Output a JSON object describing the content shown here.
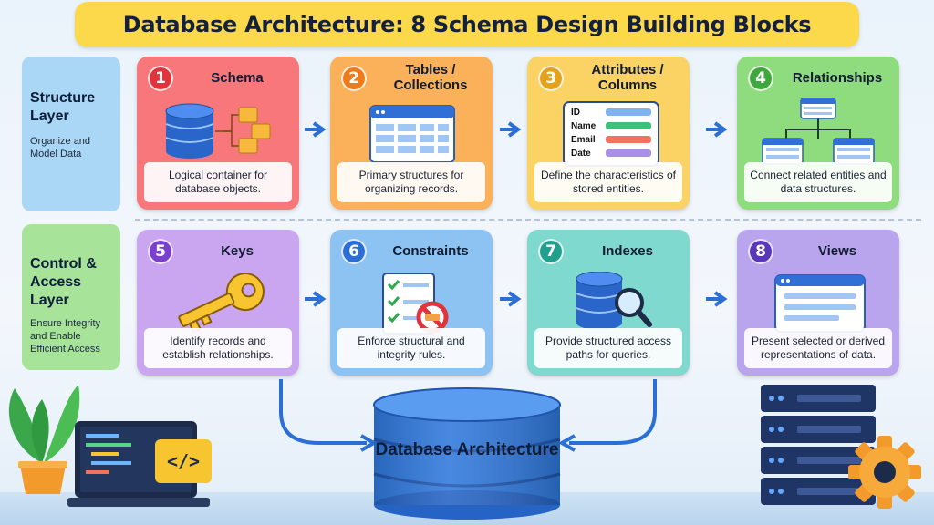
{
  "title": "Database Architecture: 8 Schema Design Building Blocks",
  "layers": {
    "structure": {
      "title": "Structure Layer",
      "description": "Organize and Model Data"
    },
    "control": {
      "title": "Control & Access Layer",
      "description": "Ensure Integrity and Enable Efficient Access"
    }
  },
  "blocks": [
    {
      "number": "1",
      "title": "Schema",
      "description": "Logical container for database objects.",
      "color": "#f7777b",
      "badge_color": "#e0333b"
    },
    {
      "number": "2",
      "title": "Tables / Collections",
      "description": "Primary structures for organizing records.",
      "color": "#fbb05a",
      "badge_color": "#ef7a1a"
    },
    {
      "number": "3",
      "title": "Attributes / Columns",
      "description": "Define the characteristics of stored entities.",
      "color": "#fbd364",
      "badge_color": "#e4a21c"
    },
    {
      "number": "4",
      "title": "Relationships",
      "description": "Connect related entities and data structures.",
      "color": "#8fdc7f",
      "badge_color": "#3fa83c"
    },
    {
      "number": "5",
      "title": "Keys",
      "description": "Identify records and establish relationships.",
      "color": "#c9a6ef",
      "badge_color": "#7b3fd0"
    },
    {
      "number": "6",
      "title": "Constraints",
      "description": "Enforce structural and integrity rules.",
      "color": "#8cc3f2",
      "badge_color": "#2b6fd6"
    },
    {
      "number": "7",
      "title": "Indexes",
      "description": "Provide structured access paths for queries.",
      "color": "#7fd9cf",
      "badge_color": "#22a08e"
    },
    {
      "number": "8",
      "title": "Views",
      "description": "Present selected or derived representations of data.",
      "color": "#b9a4ee",
      "badge_color": "#5a36b8"
    }
  ],
  "attribute_fields": [
    "ID",
    "Name",
    "Email",
    "Date"
  ],
  "central": {
    "label": "Database Architecture"
  },
  "laptop_code_glyph": "</>"
}
